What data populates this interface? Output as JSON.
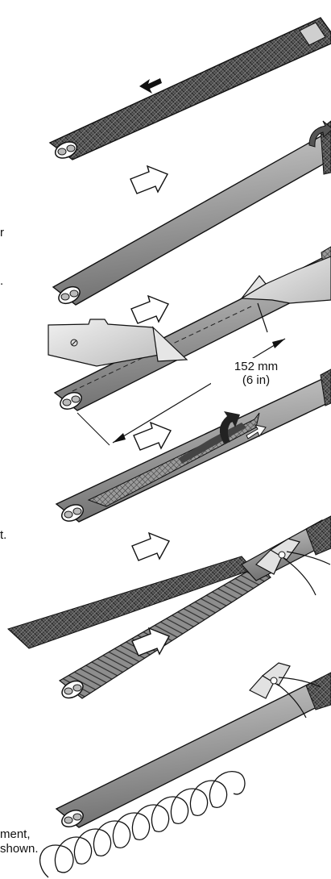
{
  "labels": {
    "dimension_mm": "152 mm",
    "dimension_in": "(6 in)"
  },
  "margin_text": {
    "line_a": "r",
    "line_b": ".",
    "line_c": "t.",
    "line_d": "ment,",
    "line_e": "shown."
  },
  "colors": {
    "jacket": "#a7a7a7",
    "jacket_dark": "#7c7c7c",
    "braid": "#3c3c3c",
    "ink": "#111111",
    "arrow": "#ffffff"
  },
  "steps": [
    {
      "icon": "braided-cable-icon"
    },
    {
      "icon": "bent-back-braid-icon"
    },
    {
      "icon": "utility-knife-icon"
    },
    {
      "icon": "peeled-jacket-icon"
    },
    {
      "icon": "side-cutters-icon"
    },
    {
      "icon": "helical-strip-icon"
    }
  ]
}
